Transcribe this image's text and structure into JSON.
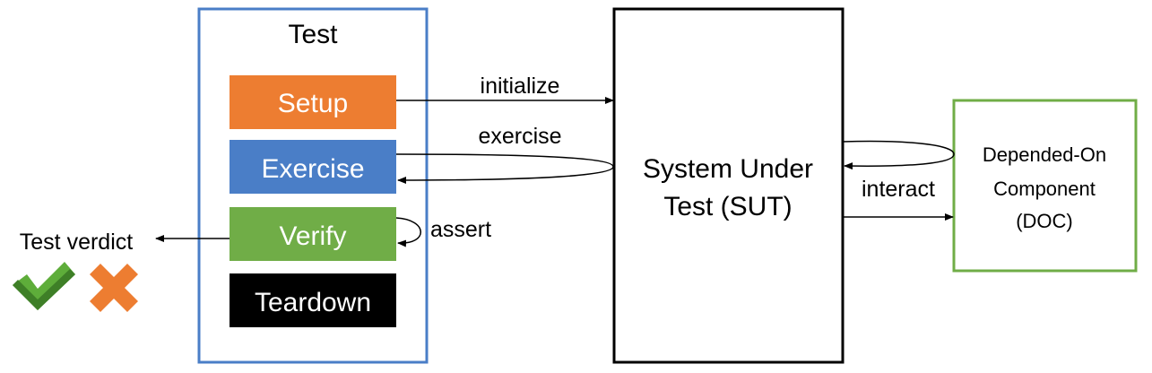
{
  "test_box": {
    "title": "Test",
    "phases": {
      "setup": "Setup",
      "exercise": "Exercise",
      "verify": "Verify",
      "teardown": "Teardown"
    }
  },
  "sut": {
    "line1": "System Under",
    "line2": "Test (SUT)"
  },
  "doc": {
    "line1": "Depended-On",
    "line2": "Component",
    "line3": "(DOC)"
  },
  "edges": {
    "initialize": "initialize",
    "exercise": "exercise",
    "assert": "assert",
    "interact": "interact"
  },
  "verdict": {
    "label": "Test verdict",
    "pass_icon": "checkmark-icon",
    "fail_icon": "cross-icon"
  },
  "colors": {
    "test_border": "#4A7EC7",
    "setup": "#ED7D31",
    "exercise": "#4A7EC7",
    "verify": "#70AD47",
    "teardown": "#000000",
    "doc_border": "#70AD47",
    "check": "#5EAD3A",
    "cross": "#ED7D31"
  }
}
